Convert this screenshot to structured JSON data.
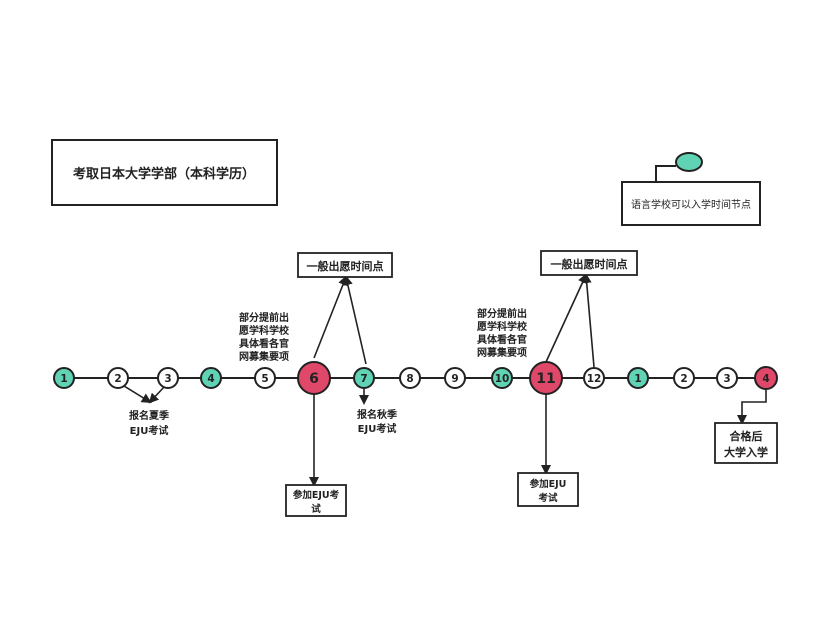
{
  "title": "考取日本大学学部（本科学历）",
  "legend": {
    "label": "语言学校可以入学时间节点",
    "color": "#5fd3b4"
  },
  "colors": {
    "teal": "#5fd3b4",
    "red": "#e0486a",
    "line": "#222222",
    "white": "#ffffff"
  },
  "timeline": {
    "nodes": [
      {
        "label": "1",
        "kind": "teal"
      },
      {
        "label": "2",
        "kind": "white"
      },
      {
        "label": "3",
        "kind": "white"
      },
      {
        "label": "4",
        "kind": "teal"
      },
      {
        "label": "5",
        "kind": "white"
      },
      {
        "label": "6",
        "kind": "red"
      },
      {
        "label": "7",
        "kind": "teal"
      },
      {
        "label": "8",
        "kind": "white"
      },
      {
        "label": "9",
        "kind": "white"
      },
      {
        "label": "10",
        "kind": "teal"
      },
      {
        "label": "11",
        "kind": "red"
      },
      {
        "label": "12",
        "kind": "white"
      },
      {
        "label": "1",
        "kind": "teal"
      },
      {
        "label": "2",
        "kind": "white"
      },
      {
        "label": "3",
        "kind": "white"
      },
      {
        "label": "4",
        "kind": "red"
      }
    ]
  },
  "annotations": {
    "summer_eju": [
      "报名夏季",
      "EJU考试"
    ],
    "autumn_eju": [
      "报名秋季",
      "EJU考试"
    ],
    "early_notes_1": [
      "部分提前出",
      "愿学科学校",
      "具体看各官",
      "网募集要项"
    ],
    "early_notes_2": [
      "部分提前出",
      "愿学科学校",
      "具体看各官",
      "网募集要项"
    ],
    "apply_box_1": "一般出愿时间点",
    "apply_box_2": "一般出愿时间点",
    "eju_box_1": [
      "参加EJU考",
      "试"
    ],
    "eju_box_2": [
      "参加EJU",
      "考试"
    ],
    "admit_box": [
      "合格后",
      "大学入学"
    ]
  }
}
